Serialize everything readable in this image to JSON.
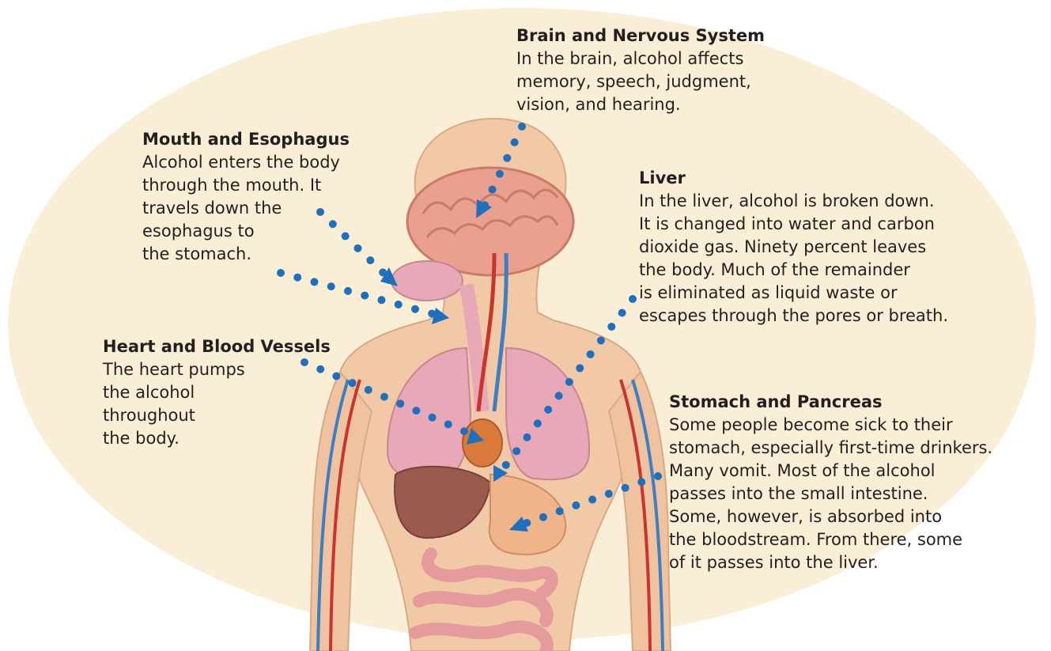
{
  "callouts": {
    "brain": {
      "heading": "Brain and Nervous System",
      "lines": [
        "In the brain, alcohol affects",
        "memory, speech, judgment,",
        "vision, and hearing."
      ]
    },
    "mouth": {
      "heading": "Mouth and Esophagus",
      "lines": [
        "Alcohol enters the body",
        "through the mouth. It",
        "travels down the",
        "esophagus to",
        "the stomach."
      ]
    },
    "liver": {
      "heading": "Liver",
      "lines": [
        "In the liver, alcohol is broken down.",
        "It is changed into water and carbon",
        "dioxide gas. Ninety percent leaves",
        "the body. Much of the remainder",
        "is eliminated as liquid waste or",
        "escapes through the pores or breath."
      ]
    },
    "heart": {
      "heading": "Heart and Blood Vessels",
      "lines": [
        "The heart pumps",
        "the alcohol",
        "throughout",
        "the body."
      ]
    },
    "stomach": {
      "heading": "Stomach and Pancreas",
      "lines": [
        "Some people become sick to their",
        "stomach, especially first-time drinkers.",
        "Many vomit. Most of the alcohol",
        "passes into the small intestine.",
        "Some, however, is absorbed into",
        "the bloodstream. From there, some",
        "of it passes into the liver."
      ]
    }
  },
  "colors": {
    "background_oval": "#fbeed6",
    "pointer": "#1f6fbf",
    "text": "#231f20",
    "skin": "#f1c9a6",
    "brain": "#e9a08f",
    "lungs": "#e7a9b8",
    "liver": "#9b5a50",
    "stomach": "#efb48a",
    "artery": "#c8352f",
    "vein": "#3d7fc1"
  }
}
